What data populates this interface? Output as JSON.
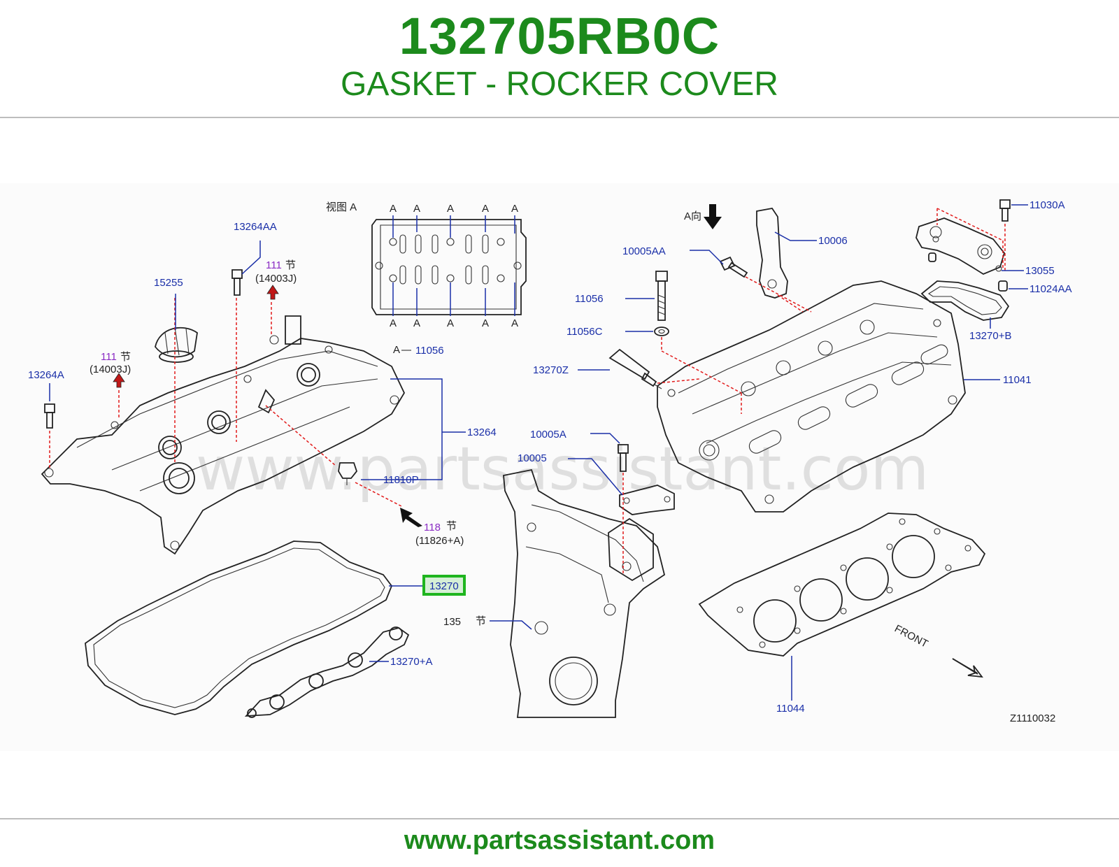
{
  "header": {
    "part_number": "132705RB0C",
    "part_name": "GASKET - ROCKER COVER"
  },
  "footer": {
    "url": "www.partsassistant.com"
  },
  "diagram": {
    "watermark": "www.partsassistant.com",
    "view_label": "视图 A",
    "view_arrow_label": "A向",
    "diagram_code": "Z1110032",
    "front_label": "FRONT",
    "highlight_color": "#1fb51f",
    "labels": {
      "p13264AA": "13264AA",
      "p15255": "15255",
      "p13264A": "13264A",
      "p13264": "13264",
      "p11810P": "11810P",
      "p13270": "13270",
      "p13270_A": "13270+A",
      "p11056_view": "11056",
      "p10005AA": "10005AA",
      "p10006": "10006",
      "p11056": "11056",
      "p11056C": "11056C",
      "p13270Z": "13270Z",
      "p10005A": "10005A",
      "p10005": "10005",
      "p11030A": "11030A",
      "p13055": "13055",
      "p11024AA": "11024AA",
      "p13270_B": "13270+B",
      "p11041": "11041",
      "p11044": "11044",
      "p135": "135"
    },
    "section_refs": {
      "s111a_num": "111",
      "s111a_char": "节",
      "s111a_sub": "(14003J)",
      "s111b_num": "111",
      "s111b_char": "节",
      "s111b_sub": "(14003J)",
      "s118_num": "118",
      "s118_char": "节",
      "s118_sub": "(11826+A)",
      "s135_char": "节"
    },
    "view_a_marks": [
      "A",
      "A",
      "A",
      "A",
      "A"
    ],
    "view_a_bottom_marks": [
      "A",
      "A",
      "A",
      "A",
      "A"
    ],
    "view_a_pointer": "A"
  }
}
